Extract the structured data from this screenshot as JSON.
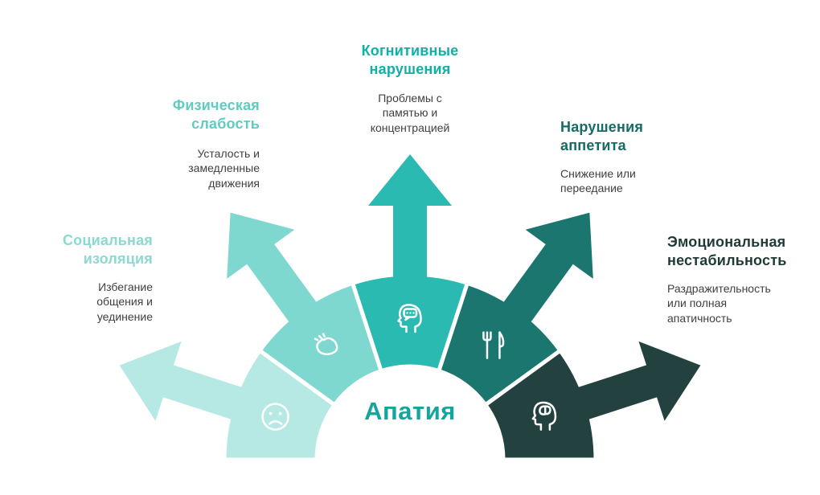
{
  "background_color": "#ffffff",
  "title": {
    "label": "Апатия",
    "color": "#14a59d"
  },
  "text_color": "#404040",
  "segments": [
    {
      "id": "social-isolation",
      "heading": "Социальная\nизоляция",
      "description": "Избегание\nобщения и\nуединение",
      "color": "#b7e9e4",
      "heading_color": "#8bd9d1",
      "icon": "sad-face-icon"
    },
    {
      "id": "physical-weakness",
      "heading": "Физическая\nслабость",
      "description": "Усталость и\nзамедленные\nдвижения",
      "color": "#7ed8cf",
      "heading_color": "#5fccc2",
      "icon": "weak-muscle-icon"
    },
    {
      "id": "cognitive-impairment",
      "heading": "Когнитивные\nнарушения",
      "description": "Проблемы с\nпамятью и\nконцентрацией",
      "color": "#2abab2",
      "heading_color": "#10b0a8",
      "icon": "head-speech-icon"
    },
    {
      "id": "appetite-disorders",
      "heading": "Нарушения\nаппетита",
      "description": "Снижение или\nпереедание",
      "color": "#1b7670",
      "heading_color": "#166b66",
      "icon": "fork-knife-icon"
    },
    {
      "id": "emotional-instability",
      "heading": "Эмоциональная\nнестабильность",
      "description": "Раздражительность\nили полная\nапатичность",
      "color": "#23413e",
      "heading_color": "#1f3a37",
      "icon": "head-brain-icon"
    }
  ]
}
